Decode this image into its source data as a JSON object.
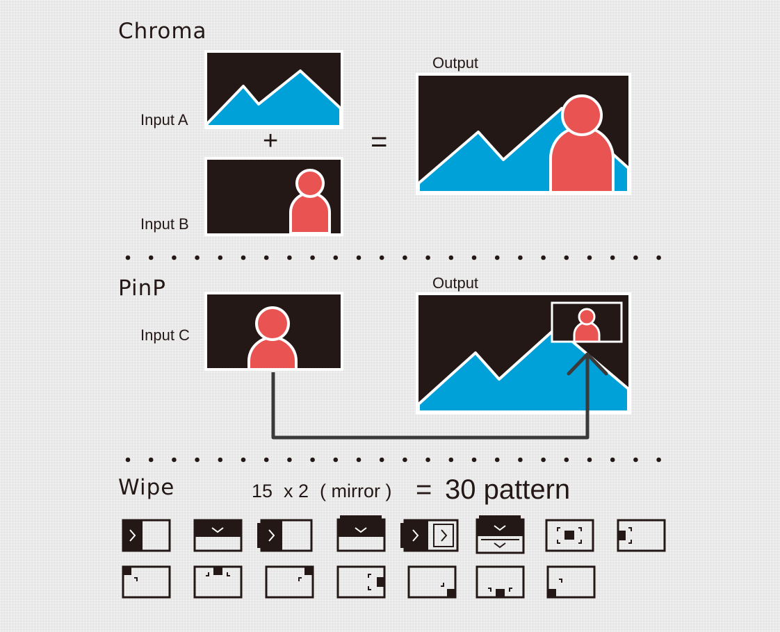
{
  "colors": {
    "screen": "#231815",
    "frame": "#ffffff",
    "mountain": "#00a0d9",
    "person": "#e95452",
    "line": "#3a3a3a",
    "icon": "#231815",
    "background": "#e6e6e6"
  },
  "chroma": {
    "title": "Chroma",
    "input_a": "Input A",
    "input_b": "Input B",
    "plus": "+",
    "equals": "=",
    "output": "Output"
  },
  "pinp": {
    "title": "PinP",
    "input_c": "Input C",
    "output": "Output"
  },
  "wipe": {
    "title": "Wipe",
    "formula_count": "15",
    "formula_times": "x 2",
    "formula_mirror": "( mirror )",
    "formula_equals": "=",
    "formula_result": "30 pattern",
    "pattern_icons": [
      "wipe-left-right-icon",
      "wipe-top-down-icon",
      "wipe-left-right-arrow-icon",
      "wipe-top-down-bar-icon",
      "wipe-double-right-icon",
      "wipe-double-down-icon",
      "wipe-center-box-icon",
      "wipe-left-box-icon",
      "wipe-corner-top-left-icon",
      "wipe-top-center-icon",
      "wipe-corner-top-right-icon",
      "wipe-right-center-icon",
      "wipe-corner-bottom-right-icon",
      "wipe-bottom-center-icon",
      "wipe-corner-bottom-left-icon"
    ]
  }
}
